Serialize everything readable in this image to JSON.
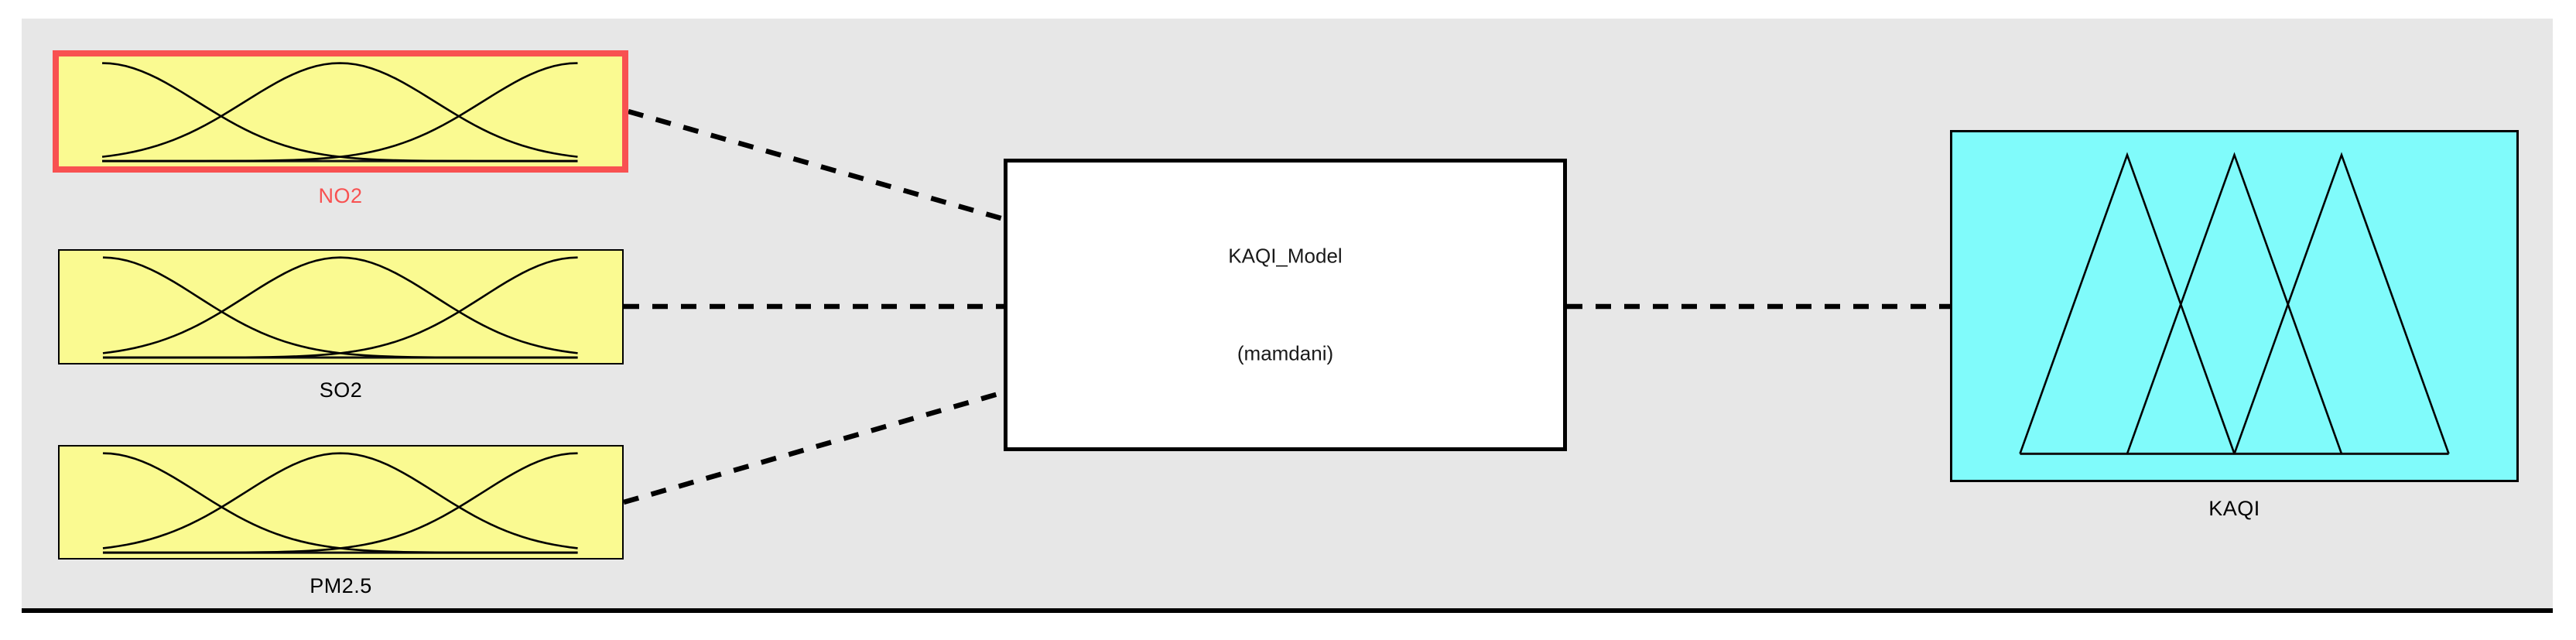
{
  "system": {
    "name": "KAQI_Model",
    "type_label": "(mamdani)"
  },
  "inputs": [
    {
      "id": "NO2",
      "label": "NO2",
      "selected": true,
      "mf": {
        "type": "gauss",
        "count": 3,
        "sigma": 0.2,
        "centers": [
          0,
          0.5,
          1
        ],
        "range": [
          0,
          1
        ]
      }
    },
    {
      "id": "SO2",
      "label": "SO2",
      "selected": false,
      "mf": {
        "type": "gauss",
        "count": 3,
        "sigma": 0.2,
        "centers": [
          0,
          0.5,
          1
        ],
        "range": [
          0,
          1
        ]
      }
    },
    {
      "id": "PM2.5",
      "label": "PM2.5",
      "selected": false,
      "mf": {
        "type": "gauss",
        "count": 3,
        "sigma": 0.2,
        "centers": [
          0,
          0.5,
          1
        ],
        "range": [
          0,
          1
        ]
      }
    }
  ],
  "outputs": [
    {
      "id": "KAQI",
      "label": "KAQI",
      "selected": false,
      "mf": {
        "type": "tri",
        "count": 3,
        "triangles": [
          [
            0,
            0.25,
            0.5
          ],
          [
            0.25,
            0.5,
            0.75
          ],
          [
            0.5,
            0.75,
            1
          ]
        ],
        "range": [
          0,
          1
        ]
      }
    }
  ],
  "connections": [
    {
      "from": "NO2",
      "to": "KAQI_Model",
      "style": "dashed"
    },
    {
      "from": "SO2",
      "to": "KAQI_Model",
      "style": "dashed"
    },
    {
      "from": "PM2.5",
      "to": "KAQI_Model",
      "style": "dashed"
    },
    {
      "from": "KAQI_Model",
      "to": "KAQI",
      "style": "dashed"
    }
  ],
  "colors": {
    "panel_background": "#e7e7e7",
    "input_fill": "#fafa91",
    "output_fill": "#80fbfb",
    "selected_accent": "#f85151",
    "line": "#000000",
    "system_fill": "#ffffff"
  }
}
